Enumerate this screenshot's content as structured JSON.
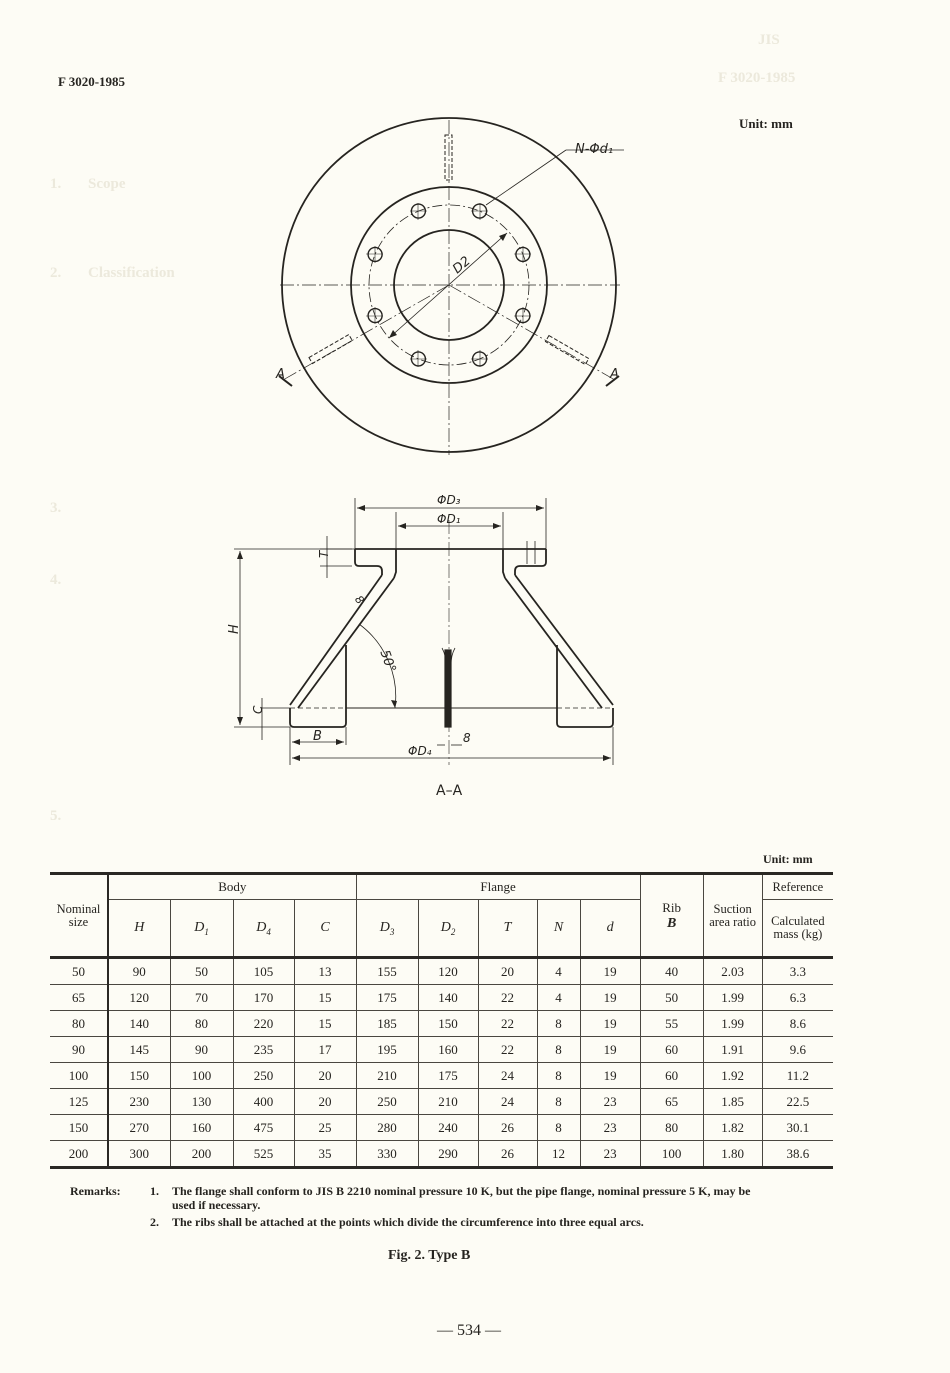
{
  "page": {
    "header_code": "F 3020-1985",
    "unit_top": "Unit: mm",
    "page_number": "— 534 —",
    "background_color": "#fdfcf5"
  },
  "bleed_through": {
    "lines": [
      "JIS",
      "F 3020-1985",
      "1.",
      "Scope",
      "2.",
      "Classification",
      "3.",
      "4.",
      "5."
    ]
  },
  "drawing": {
    "plan_view": {
      "labels": {
        "bolt_holes": "N-Φd₁",
        "pcd": "D2",
        "section_left": "A",
        "section_right": "A"
      }
    },
    "section_view": {
      "title": "A–A",
      "labels": {
        "d3": "ΦD₃",
        "d1": "ΦD₁",
        "t": "T",
        "h": "H",
        "rib_thk": "8",
        "angle": "50°",
        "c": "C",
        "b": "B",
        "d4": "ΦD₄",
        "rib_center_thk": "8"
      }
    }
  },
  "table": {
    "unit": "Unit: mm",
    "headers": {
      "nominal_size": "Nominal size",
      "body": "Body",
      "flange": "Flange",
      "rib": "Rib",
      "rib_sym": "B",
      "suction_area_ratio": "Suction area ratio",
      "reference": "Reference",
      "calculated_mass": "Calculated mass (kg)",
      "H": "H",
      "D1": "D",
      "D1_sub": "1",
      "D4": "D",
      "D4_sub": "4",
      "C": "C",
      "D3": "D",
      "D3_sub": "3",
      "D2": "D",
      "D2_sub": "2",
      "T": "T",
      "N": "N",
      "d": "d"
    },
    "columns": [
      "Nominal size",
      "H",
      "D1",
      "D4",
      "C",
      "D3",
      "D2",
      "T",
      "N",
      "d",
      "Rib B",
      "Suction area ratio",
      "Calculated mass (kg)"
    ],
    "rows": [
      [
        "50",
        "90",
        "50",
        "105",
        "13",
        "155",
        "120",
        "20",
        "4",
        "19",
        "40",
        "2.03",
        "3.3"
      ],
      [
        "65",
        "120",
        "70",
        "170",
        "15",
        "175",
        "140",
        "22",
        "4",
        "19",
        "50",
        "1.99",
        "6.3"
      ],
      [
        "80",
        "140",
        "80",
        "220",
        "15",
        "185",
        "150",
        "22",
        "8",
        "19",
        "55",
        "1.99",
        "8.6"
      ],
      [
        "90",
        "145",
        "90",
        "235",
        "17",
        "195",
        "160",
        "22",
        "8",
        "19",
        "60",
        "1.91",
        "9.6"
      ],
      [
        "100",
        "150",
        "100",
        "250",
        "20",
        "210",
        "175",
        "24",
        "8",
        "19",
        "60",
        "1.92",
        "11.2"
      ],
      [
        "125",
        "230",
        "130",
        "400",
        "20",
        "250",
        "210",
        "24",
        "8",
        "23",
        "65",
        "1.85",
        "22.5"
      ],
      [
        "150",
        "270",
        "160",
        "475",
        "25",
        "280",
        "240",
        "26",
        "8",
        "23",
        "80",
        "1.82",
        "30.1"
      ],
      [
        "200",
        "300",
        "200",
        "525",
        "35",
        "330",
        "290",
        "26",
        "12",
        "23",
        "100",
        "1.80",
        "38.6"
      ]
    ]
  },
  "remarks": {
    "label": "Remarks:",
    "items": [
      {
        "num": "1.",
        "text": "The flange shall conform to JIS B 2210 nominal pressure 10 K, but the pipe flange, nominal pressure 5 K, may be used if necessary."
      },
      {
        "num": "2.",
        "text": "The ribs shall be attached at the points which divide the circumference into three equal arcs."
      }
    ]
  },
  "figure": {
    "caption": "Fig. 2. Type B"
  }
}
